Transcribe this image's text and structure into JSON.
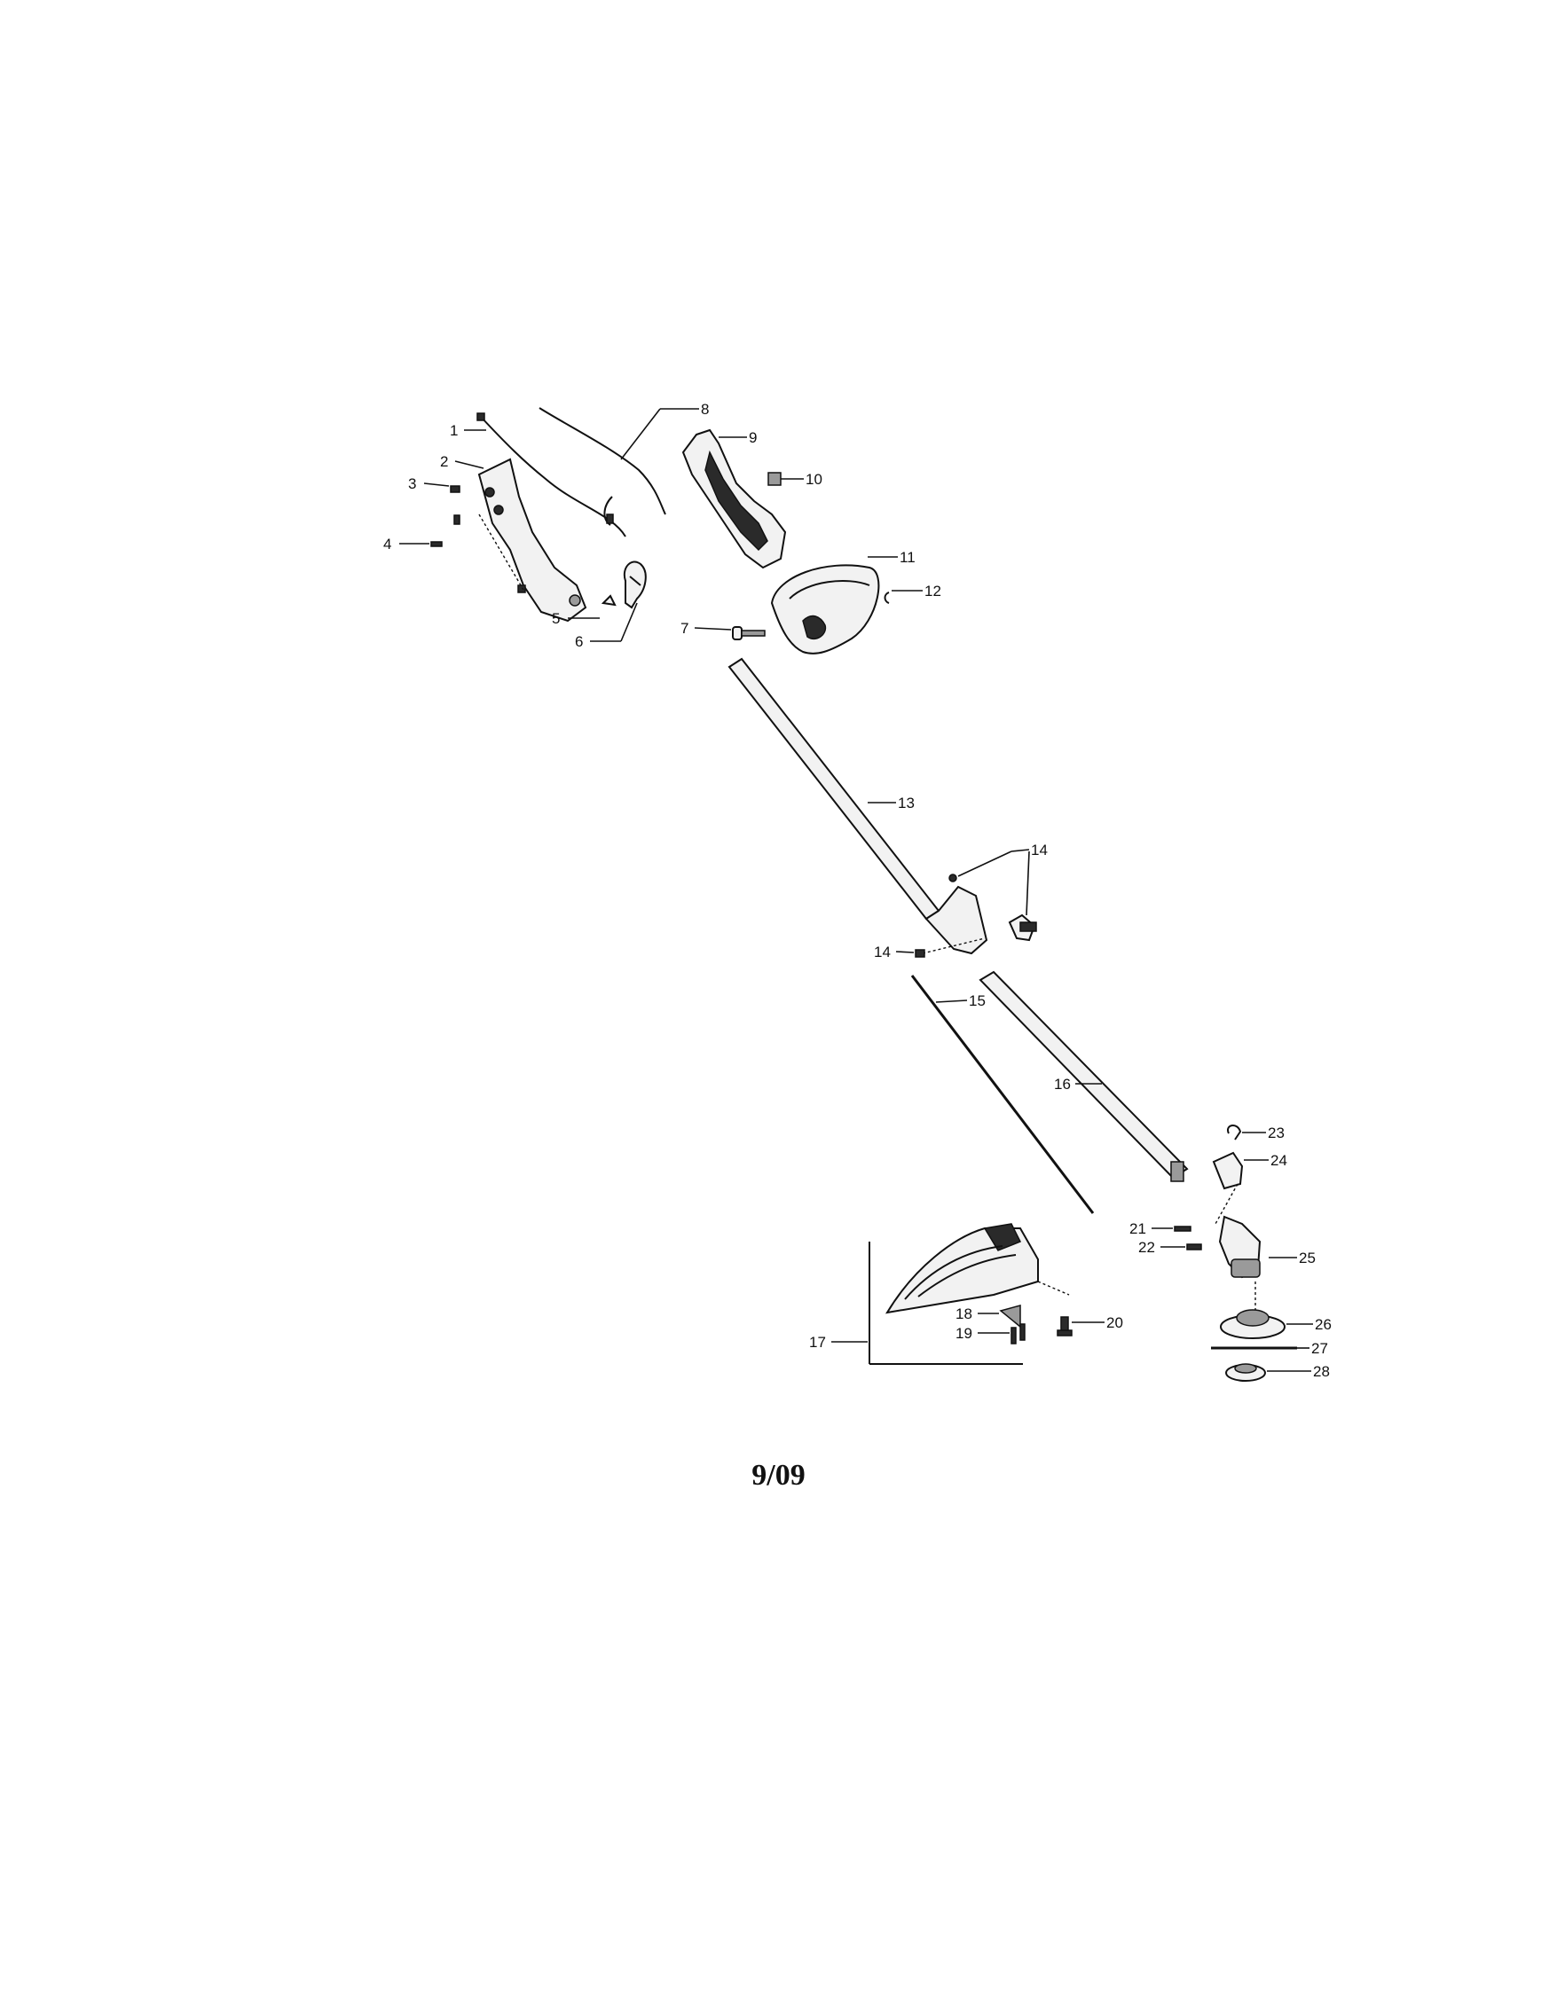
{
  "footer": {
    "date": "9/09"
  },
  "callouts": {
    "c1": "1",
    "c2": "2",
    "c3": "3",
    "c4": "4",
    "c5": "5",
    "c6": "6",
    "c7": "7",
    "c8": "8",
    "c9": "9",
    "c10": "10",
    "c11": "11",
    "c12": "12",
    "c13": "13",
    "c14a": "14",
    "c14b": "14",
    "c15": "15",
    "c16": "16",
    "c17": "17",
    "c18": "18",
    "c19": "19",
    "c20": "20",
    "c21": "21",
    "c22": "22",
    "c23": "23",
    "c24": "24",
    "c25": "25",
    "c26": "26",
    "c27": "27",
    "c28": "28"
  }
}
